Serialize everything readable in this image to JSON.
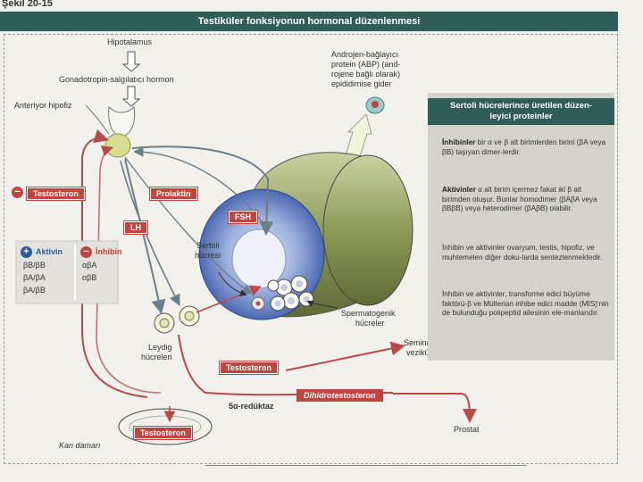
{
  "figure_label": "Şekil 20-15",
  "title": "Testiküler fonksiyonun hormonal düzenlenmesi",
  "labels": {
    "hipotalamus": "Hipotalamus",
    "gnrh": "Gonadotropin-salgılatıcı hormon",
    "anterior": "Anteriyor hipofiz",
    "abp_line1": "Androjen-bağlayıcı",
    "abp_line2": "protein (ABP) (and-",
    "abp_line3": "rojene bağlı olarak)",
    "abp_line4": "epididimise gider",
    "sertoli_line1": "Sertoli",
    "sertoli_line2": "hücresi",
    "sperm_line1": "Spermatogenik",
    "sperm_line2": "hücreler",
    "leydig_line1": "Leydig",
    "leydig_line2": "hücreleri",
    "seminal_line1": "Seminal",
    "seminal_line2": "vezikül",
    "reduktaz": "5α-redüktaz",
    "kan": "Kan damarı",
    "prostat": "Prostat"
  },
  "tags": {
    "testosteron_left": "Testosteron",
    "prolaktin": "Prolaktin",
    "lh": "LH",
    "fsh": "FSH",
    "testosteron_mid": "Testosteron",
    "dihidro": "Dihidrotestosteron",
    "testosteron_bottom": "Testosteron"
  },
  "aktivin_box": {
    "aktivin_title": "Aktivin",
    "aktivin_items": [
      "βB/βB",
      "βA/βA",
      "βA/βB"
    ],
    "inhibin_title": "İnhibin",
    "inhibin_items": [
      "αβA",
      "αβB"
    ]
  },
  "sidebar": {
    "heading_line1": "Sertoli hücrelerince üretilen düzen-",
    "heading_line2": "leyici proteinler",
    "p1_bold": "İnhibinler",
    "p1_text": " bir α ve β alt birimlerden birini (βA veya βB) taşıyan dimer-lerdir.",
    "p2_bold": "Aktivinler",
    "p2_text": " α alt birim içermez fakat iki β alt birimden oluşur. Bunlar homodimer (βAβA veya βBβB) veya heterodimer (βAβB) olabilir.",
    "p3_text": "İnhibin ve aktivinler ovaryum, testis, hipofiz, ve muhtemelen diğer doku-larda sentezlenmektedir.",
    "p4_text": "İnhibin ve aktivinler, transforme edici büyüme faktörü-β ve Müllerian inhibe edici madde (MIS)'nin de bulunduğu polipeptid ailesinin ele-manlarıdır."
  },
  "colors": {
    "title_bar": "#2f5d57",
    "tag_red": "#c0443f",
    "plus_blue": "#2c5aa0",
    "tube_green": "#9aa86a",
    "tube_blue": "#5a7bc0"
  }
}
